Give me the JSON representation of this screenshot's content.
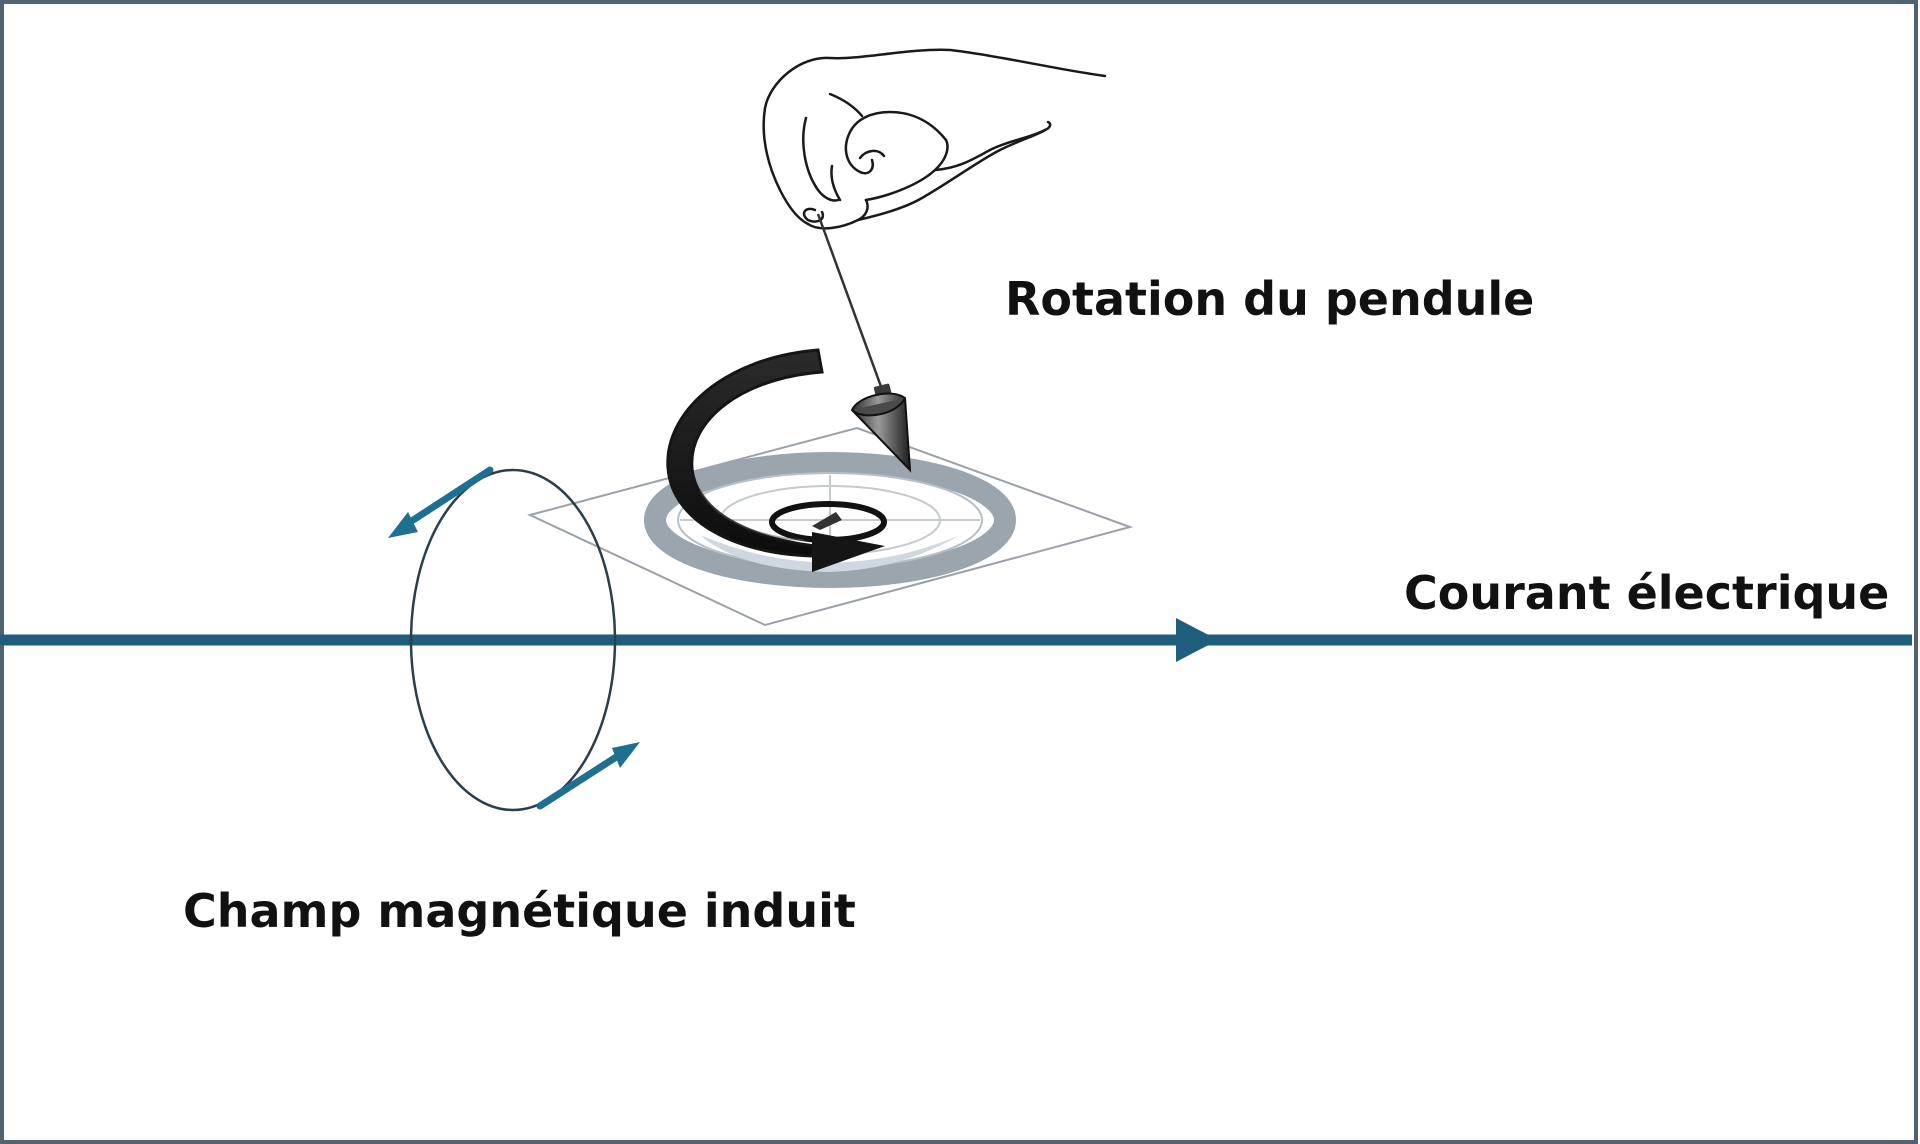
{
  "labels": {
    "pendulum_rotation": "Rotation du pendule",
    "electric_current": "Courant électrique",
    "induced_magnetic_field": "Champ magnétique induit"
  },
  "colors": {
    "border": "#4f6470",
    "current_line": "#1f5d7c",
    "field_loop": "#2b3e4a",
    "field_arrows": "#1f6f91",
    "rotation_arrow": "#151515",
    "target_ring": "#9aa5ae",
    "target_fill": "#cfd8e0",
    "text": "#111111"
  },
  "icons": [
    "hand-icon",
    "pendulum-bob-icon",
    "rotation-arrow-icon",
    "target-sheet-icon"
  ]
}
